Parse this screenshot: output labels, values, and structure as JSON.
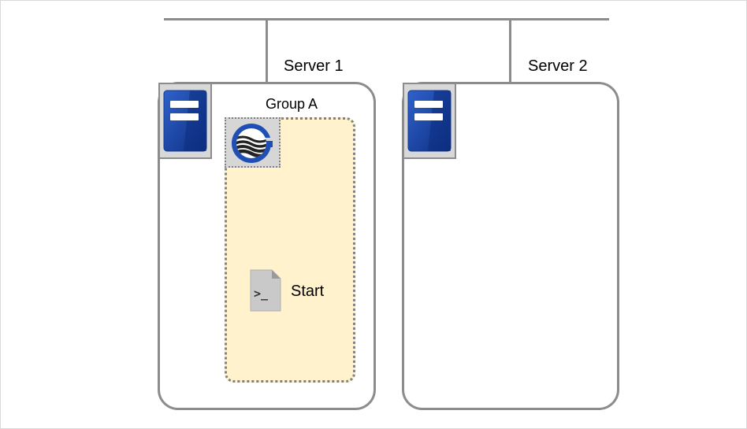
{
  "diagram": {
    "network": {
      "name": "network-bus"
    },
    "servers": [
      {
        "label": "Server 1",
        "icon": "server-icon"
      },
      {
        "label": "Server 2",
        "icon": "server-icon"
      }
    ],
    "group": {
      "label": "Group A",
      "logo_icon": "cluster-logo-icon",
      "resource": {
        "label": "Start",
        "icon": "script-file-icon"
      }
    }
  },
  "colors": {
    "line": "#8c8c8c",
    "group_fill": "#fff2cc",
    "server_icon_blue": "#1f4fb5",
    "server_icon_dark": "#0d2e80"
  }
}
